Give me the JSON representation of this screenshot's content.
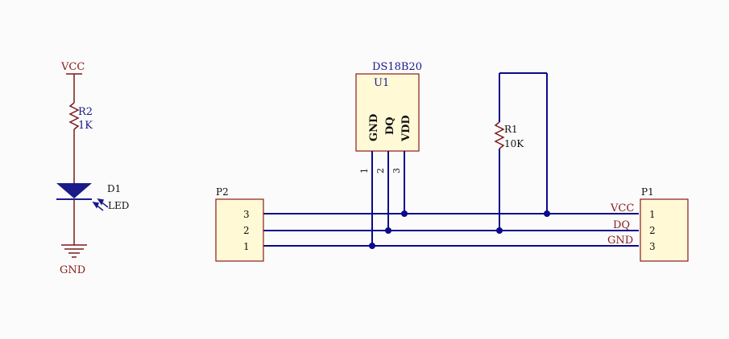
{
  "left_circuit": {
    "vcc_label": "VCC",
    "resistor": {
      "ref": "R2",
      "value": "1K"
    },
    "led": {
      "ref": "D1",
      "value": "LED"
    },
    "gnd_label": "GND"
  },
  "sensor": {
    "part": "DS18B20",
    "ref": "U1",
    "pin_names": [
      "GND",
      "DQ",
      "VDD"
    ],
    "pin_numbers": [
      "1",
      "2",
      "3"
    ]
  },
  "pullup": {
    "ref": "R1",
    "value": "10K"
  },
  "connector_left": {
    "ref": "P2",
    "pins": [
      "3",
      "2",
      "1"
    ]
  },
  "connector_right": {
    "ref": "P1",
    "pins": [
      "1",
      "2",
      "3"
    ],
    "net_labels": [
      "VCC",
      "DQ",
      "GND"
    ]
  },
  "colors": {
    "wire": "#0a0a8a",
    "component": "#8a1a1a",
    "body_fill": "#fff9d6"
  }
}
